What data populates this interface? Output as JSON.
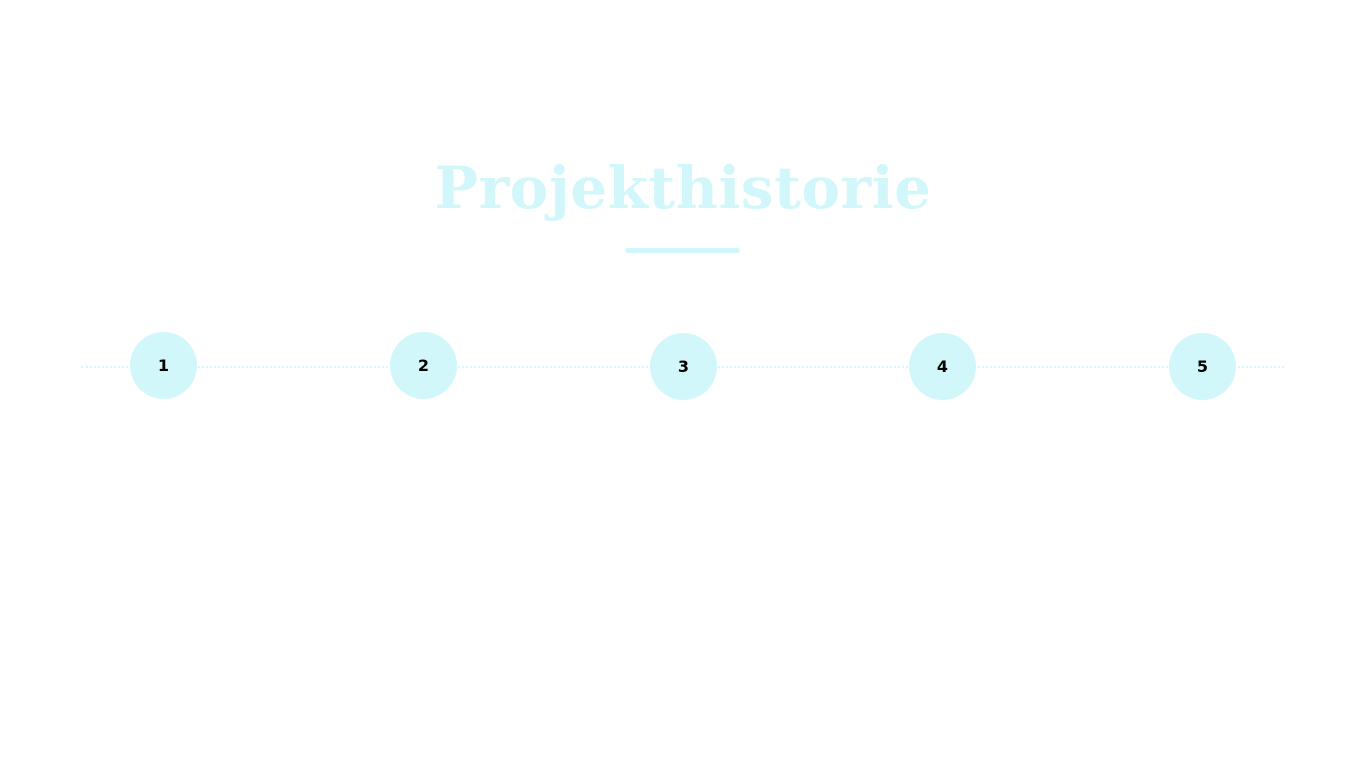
{
  "header": {
    "title": "Projekthistorie"
  },
  "colors": {
    "accent": "#d2f7fb",
    "step_text": "#000000",
    "background": "#ffffff"
  },
  "timeline": {
    "steps": [
      {
        "label": "1"
      },
      {
        "label": "2"
      },
      {
        "label": "3"
      },
      {
        "label": "4"
      },
      {
        "label": "5"
      }
    ]
  }
}
